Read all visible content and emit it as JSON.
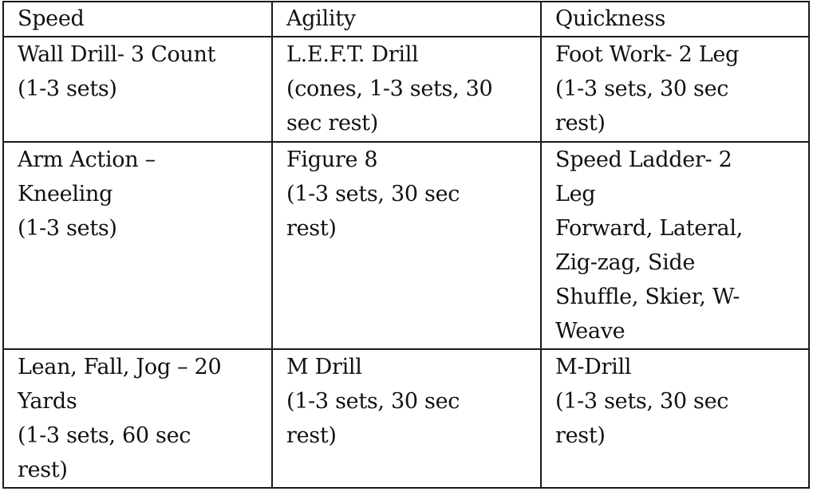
{
  "table": {
    "headers": [
      "Speed",
      "Agility",
      "Quickness"
    ],
    "rows": [
      [
        [
          "Wall Drill- 3 Count",
          "(1-3 sets)"
        ],
        [
          "L.E.F.T. Drill",
          "(cones, 1-3 sets, 30",
          "sec rest)"
        ],
        [
          "Foot Work- 2 Leg",
          "(1-3 sets, 30 sec",
          "rest)"
        ]
      ],
      [
        [
          "Arm Action –",
          "Kneeling",
          "(1-3 sets)"
        ],
        [
          "Figure 8",
          "(1-3 sets, 30 sec",
          "rest)"
        ],
        [
          "Speed Ladder- 2",
          "Leg",
          "Forward, Lateral,",
          "Zig-zag, Side",
          "Shuffle, Skier, W-",
          "Weave"
        ]
      ],
      [
        [
          "Lean, Fall, Jog – 20",
          "Yards",
          "(1-3 sets, 60 sec",
          "rest)"
        ],
        [
          "M Drill",
          "(1-3 sets, 30 sec",
          "rest)"
        ],
        [
          "M-Drill",
          "(1-3 sets, 30 sec",
          "rest)"
        ]
      ]
    ]
  }
}
